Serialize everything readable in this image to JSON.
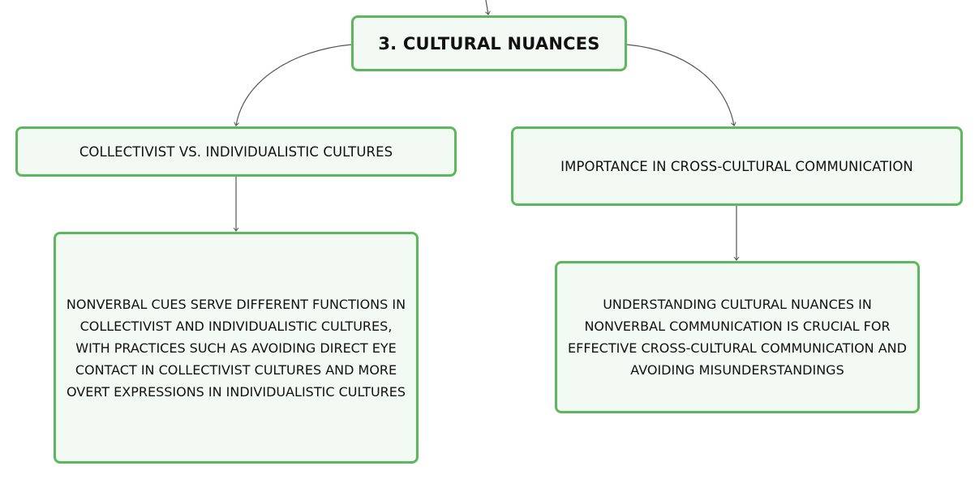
{
  "mindmap": {
    "root": {
      "label": "3. CULTURAL NUANCES"
    },
    "branches": [
      {
        "label": "COLLECTIVIST VS. INDIVIDUALISTIC CULTURES",
        "detail": "NONVERBAL CUES SERVE DIFFERENT FUNCTIONS IN COLLECTIVIST AND INDIVIDUALISTIC CULTURES, WITH PRACTICES SUCH AS AVOIDING DIRECT EYE CONTACT IN COLLECTIVIST CULTURES AND MORE OVERT EXPRESSIONS IN INDIVIDUALISTIC CULTURES"
      },
      {
        "label": "IMPORTANCE IN CROSS-CULTURAL COMMUNICATION",
        "detail": "UNDERSTANDING CULTURAL NUANCES IN NONVERBAL COMMUNICATION IS CRUCIAL FOR EFFECTIVE CROSS-CULTURAL COMMUNICATION AND AVOIDING MISUNDERSTANDINGS"
      }
    ]
  },
  "colors": {
    "node_border": "#5cb85c",
    "node_fill": "#f3faf3",
    "connector": "#555555",
    "text": "#111111"
  }
}
